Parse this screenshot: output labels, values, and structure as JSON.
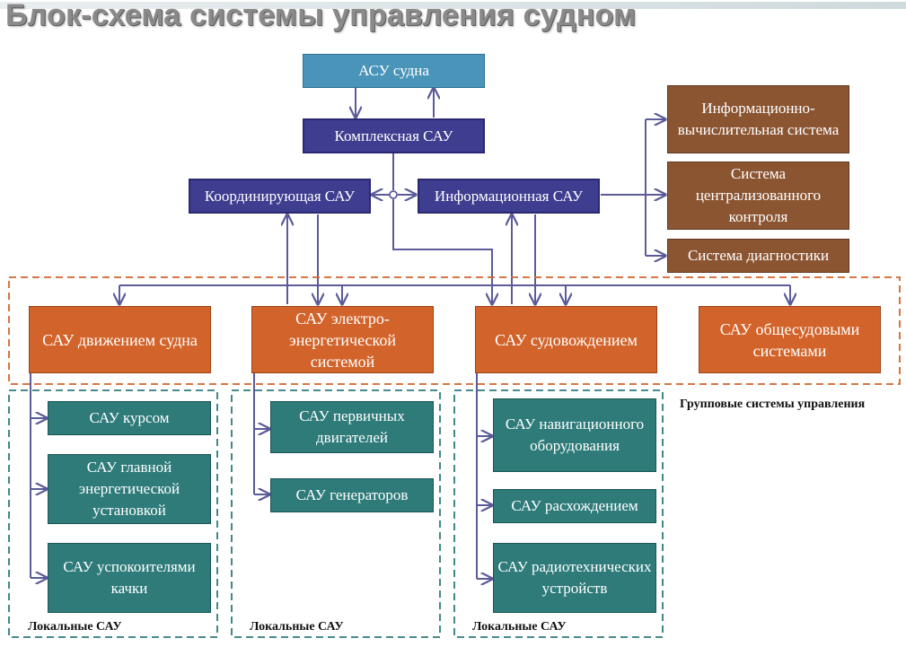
{
  "title": "Блок-схема системы управления судном",
  "boxes": {
    "asu": "АСУ судна",
    "complex": "Комплексная САУ",
    "coord": "Координирующая САУ",
    "info": "Информационная САУ",
    "ivs": "Информационно-вычислительная система",
    "skk": "Система централизованного контроля",
    "diag": "Система диагностики",
    "motion": "САУ движением судна",
    "electro": "САУ электро-энергетической системой",
    "nav": "САУ судовождением",
    "general": "САУ общесудовыми системами",
    "course": "САУ курсом",
    "main_power": "САУ главной энергетической установкой",
    "stabilizers": "САУ успокоителями качки",
    "prime_movers": "САУ первичных двигателей",
    "generators": "САУ генераторов",
    "nav_equipment": "САУ навигационного оборудования",
    "divergence": "САУ расхождением",
    "radio": "САУ радиотехнических устройств"
  },
  "labels": {
    "group": "Групповые системы управления",
    "local1": "Локальные САУ",
    "local2": "Локальные САУ",
    "local3": "Локальные САУ"
  },
  "colors": {
    "top_level": "#4a94ba",
    "complex_level": "#3f3d8f",
    "info_subsystems": "#8b5532",
    "group_level": "#d2642b",
    "local_level": "#2e7b7a",
    "dashed_group": "#d2642b",
    "dashed_local": "#2e7b7a",
    "connectors": "#5b5b9a"
  }
}
